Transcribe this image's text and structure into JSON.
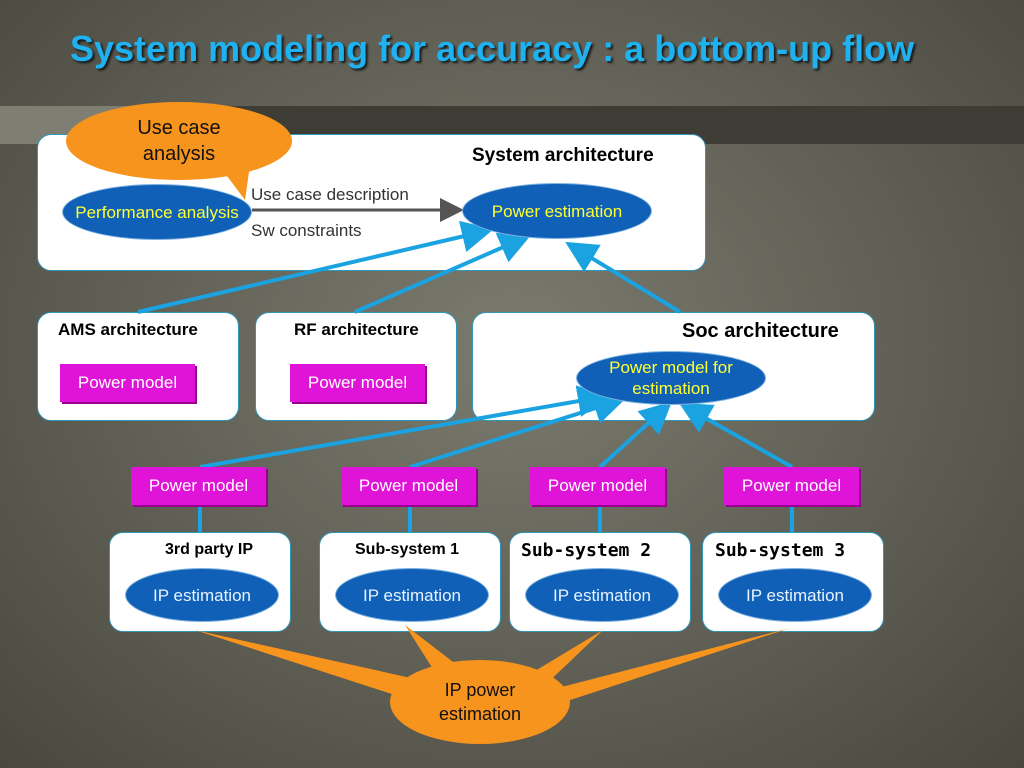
{
  "slide": {
    "title": "System modeling for accuracy : a bottom-up flow"
  },
  "system_box": {
    "label": "System architecture",
    "performance": "Performance analysis",
    "power_estimation": "Power estimation",
    "use_case_description": "Use case description",
    "sw_constraints": "Sw constraints"
  },
  "use_case_callout": "Use case analysis",
  "ams_box": {
    "label": "AMS architecture",
    "power_model": "Power model"
  },
  "rf_box": {
    "label": "RF architecture",
    "power_model": "Power model"
  },
  "soc_box": {
    "label": "Soc architecture",
    "power_model_estimation": "Power model for estimation"
  },
  "power_models": [
    "Power model",
    "Power model",
    "Power model",
    "Power model"
  ],
  "subsystems": [
    {
      "label": "3rd party IP",
      "estimation": "IP estimation"
    },
    {
      "label": "Sub-system 1",
      "estimation": "IP estimation"
    },
    {
      "label": "Sub-system 2",
      "estimation": "IP estimation"
    },
    {
      "label": "Sub-system 3",
      "estimation": "IP estimation"
    }
  ],
  "ip_power_callout": "IP power estimation",
  "colors": {
    "title": "#1fb2f0",
    "ellipse": "#1060b8",
    "power_model": "#e014d8",
    "callout": "#f7941d",
    "arrow": "#1aa3e0"
  }
}
